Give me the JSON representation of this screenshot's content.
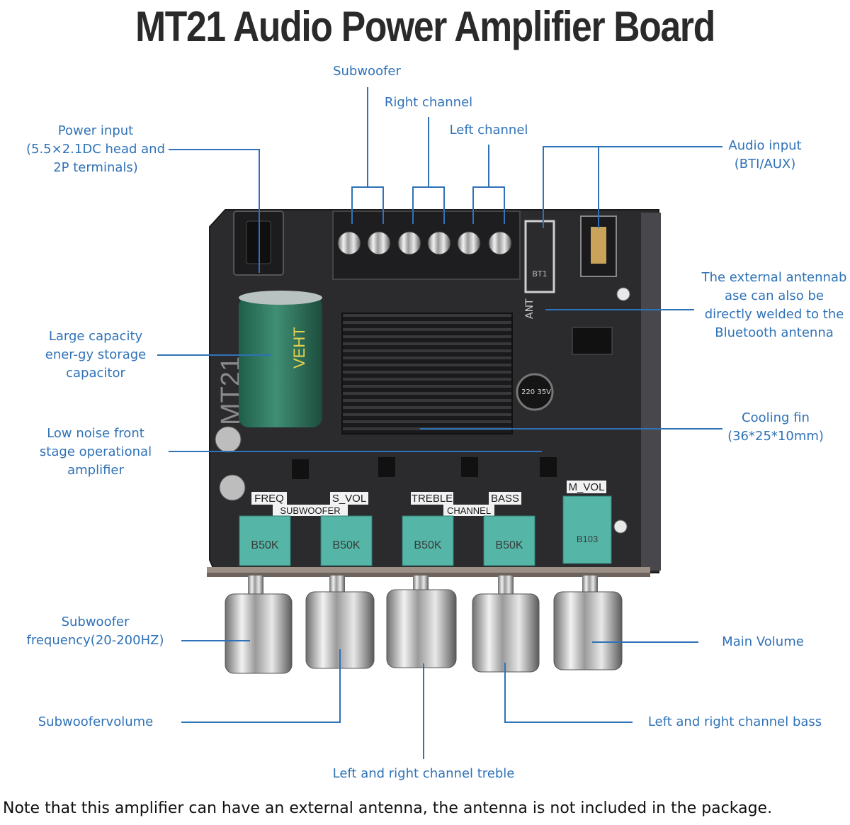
{
  "title": "MT21 Audio Power Amplifier Board",
  "labels": {
    "subwoofer": "Subwoofer",
    "right_channel": "Right channel",
    "left_channel": "Left channel",
    "power_input": [
      "Power input",
      "(5.5×2.1DC head and",
      "2P terminals)"
    ],
    "audio_input": [
      "Audio input",
      "(BTI/AUX)"
    ],
    "antenna": [
      "The external antennab",
      "ase can also be",
      "directly welded to the",
      "Bluetooth antenna"
    ],
    "capacitor": [
      "Large capacity",
      "ener-gy storage",
      "capacitor"
    ],
    "cooling": [
      "Cooling fin",
      "(36*25*10mm)"
    ],
    "opamp": [
      "Low noise front",
      "stage operational",
      "amplifier"
    ],
    "sub_freq": [
      "Subwoofer",
      "frequency(20-200HZ)"
    ],
    "main_volume": "Main Volume",
    "sub_volume": "Subwoofervolume",
    "bass": "Left and right channel bass",
    "treble": "Left and right channel treble"
  },
  "board": {
    "model": "MT21",
    "knob_labels": [
      "FREQ",
      "S_VOL",
      "TREBLE",
      "BASS",
      "M_VOL"
    ],
    "group_labels": [
      "SUBWOOFER",
      "CHANNEL"
    ],
    "pot_labels": [
      "B50K",
      "B50K",
      "B50K",
      "B50K",
      "B103"
    ],
    "ant_label": "ANT",
    "bt_label": "BT1",
    "capacitor_text": "VEHT",
    "small_cap_text": "220 35V"
  },
  "note": "Note that this amplifier can have an external antenna, the antenna is not included in the package.",
  "colors": {
    "label": "#2f72b7",
    "board": "#2b2b2e",
    "pot": "#55b6a8",
    "line": "#2f72b7"
  }
}
